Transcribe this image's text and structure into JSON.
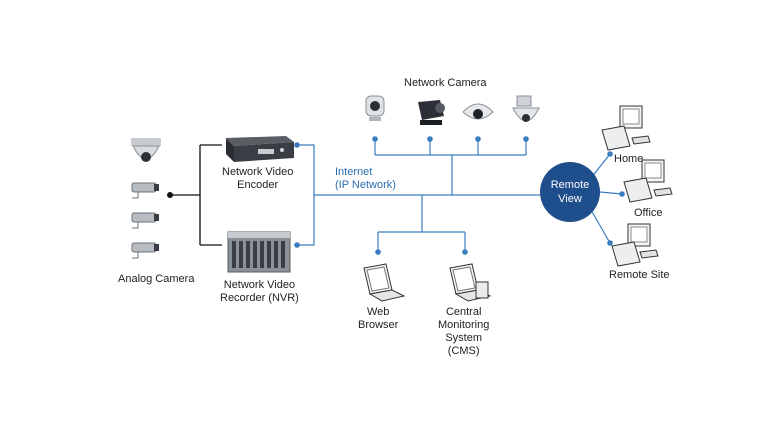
{
  "labels": {
    "network_camera": "Network Camera",
    "analog_camera": "Analog Camera",
    "encoder_line1": "Network Video",
    "encoder_line2": "Encoder",
    "nvr_line1": "Network Video",
    "nvr_line2": "Recorder (NVR)",
    "internet_line1": "Internet",
    "internet_line2": "(IP Network)",
    "remote_view_line1": "Remote",
    "remote_view_line2": "View",
    "home": "Home",
    "office": "Office",
    "remote_site": "Remote Site",
    "web_browser_line1": "Web",
    "web_browser_line2": "Browser",
    "cms_line1": "Central",
    "cms_line2": "Monitoring",
    "cms_line3": "System",
    "cms_line4": "(CMS)"
  },
  "colors": {
    "line": "#3a7cc0",
    "node": "#3a7cc0",
    "remote_view_fill": "#1f4e8c",
    "label_accent": "#2a6db0"
  },
  "icons": {
    "analog_cameras": [
      "dome-camera-icon",
      "bullet-camera-icon",
      "bullet-camera-icon",
      "bullet-camera-icon"
    ],
    "network_cameras": [
      "cube-camera-icon",
      "box-camera-icon",
      "dome-camera-icon",
      "ptz-camera-icon"
    ],
    "remote_clients": [
      "desktop-computer-icon",
      "desktop-computer-icon",
      "desktop-computer-icon"
    ],
    "local_clients": [
      "laptop-icon",
      "laptop-icon"
    ]
  }
}
